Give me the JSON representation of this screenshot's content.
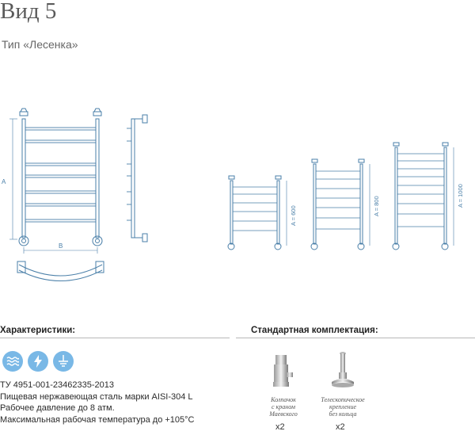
{
  "title": "Вид 5",
  "subtitle": "Тип «Лесенка»",
  "drawing": {
    "label_a": "A",
    "label_b": "B",
    "sizes": [
      "A = 600",
      "A = 800",
      "A = 1000"
    ]
  },
  "characteristics": {
    "heading": "Характеристики:",
    "badges": [
      "water-icon",
      "lightning-icon",
      "ground-icon"
    ],
    "lines": [
      "ТУ 4951-001-23462335-2013",
      "Пищевая нержавеющая сталь марки AISI-304 L",
      "Рабочее давление до 8 атм.",
      "Максимальная рабочая температура до +105°С"
    ]
  },
  "package": {
    "heading": "Стандартная комплектация:",
    "items": [
      {
        "caption": "Колпачок\nс краном\nМаевского",
        "qty": "x2",
        "icon": "cap-valve-icon"
      },
      {
        "caption": "Телескопическое\nкрепление\nбез кольца",
        "qty": "x2",
        "icon": "telescopic-mount-icon"
      }
    ]
  },
  "colors": {
    "line": "#4a7fa8",
    "badge": "#79b8e6",
    "divider": "#b8b8b8"
  }
}
